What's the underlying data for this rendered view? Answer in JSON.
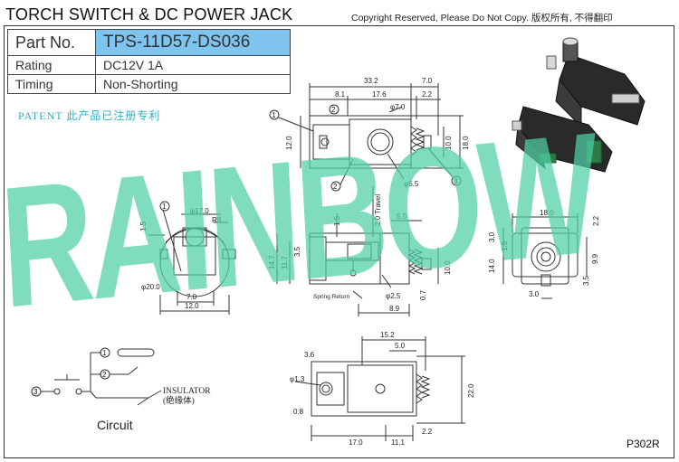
{
  "header": {
    "title": "TORCH SWITCH & DC POWER JACK",
    "copyright": "Copyright Reserved, Please Do Not Copy. 版权所有, 不得翻印"
  },
  "spec_table": {
    "part_no_label": "Part No.",
    "part_no_value": "TPS-11D57-DS036",
    "rating_label": "Rating",
    "rating_value": "DC12V 1A",
    "timing_label": "Timing",
    "timing_value": "Non-Shorting",
    "highlight_color": "#7fc4ee"
  },
  "patent": "PATENT 此产品已注册专利",
  "watermark": {
    "text": "RAINBOW",
    "color": "#4fcfa7"
  },
  "circuit": {
    "label": "Circuit",
    "insulator_line1": "INSULATOR",
    "insulator_line2": "(绝缘体)",
    "pins": [
      "1",
      "2",
      "3"
    ]
  },
  "drawing_code": "P302R",
  "dimensions": {
    "top_view": {
      "overall": "33.2",
      "right_7": "7.0",
      "d_8_1": "8.1",
      "d_17_6": "17.6",
      "d_2_2": "2.2",
      "phi_7": "φ7.0",
      "phi_5_5": "φ5.5",
      "h_12": "12.0",
      "h_10": "10.0",
      "h_18": "18.0",
      "callout_1": "1",
      "callout_2a": "2",
      "callout_2b": "2",
      "callout_3": "3"
    },
    "front_view": {
      "phi_17": "φ17.0",
      "r8": "R8",
      "d_1_5": "1.5",
      "phi_20": "φ20.0",
      "d_7": "7.0",
      "d_12": "12.0",
      "callout_1": "1"
    },
    "side_view": {
      "travel": "2.0 Travel",
      "d_1_5": "1.5",
      "d_5": "5.0",
      "h_14_7": "14.7",
      "h_11_7": "11.7",
      "d_3_5": "3.5",
      "h_10": "10.0",
      "spring": "Spring Return",
      "phi_2_5": "φ2.5",
      "d_0_7": "0.7",
      "d_8_9": "8.9"
    },
    "end_view": {
      "w_18": "18.0",
      "d_2_2": "2.2",
      "d_3": "3.0",
      "d_1_5": "1.5",
      "h_14": "14.0",
      "h_9_9": "9.9",
      "d_3_5": "3.5",
      "d_3_b": "3.0"
    },
    "bottom_view": {
      "d_15_2": "15.2",
      "d_5": "5.0",
      "d_3_6": "3.6",
      "phi_1_3": "φ1.3",
      "d_0_8": "0.8",
      "d_17": "17.0",
      "d_11_1": "11.1",
      "d_2_2": "2.2",
      "h_22": "22.0"
    }
  }
}
